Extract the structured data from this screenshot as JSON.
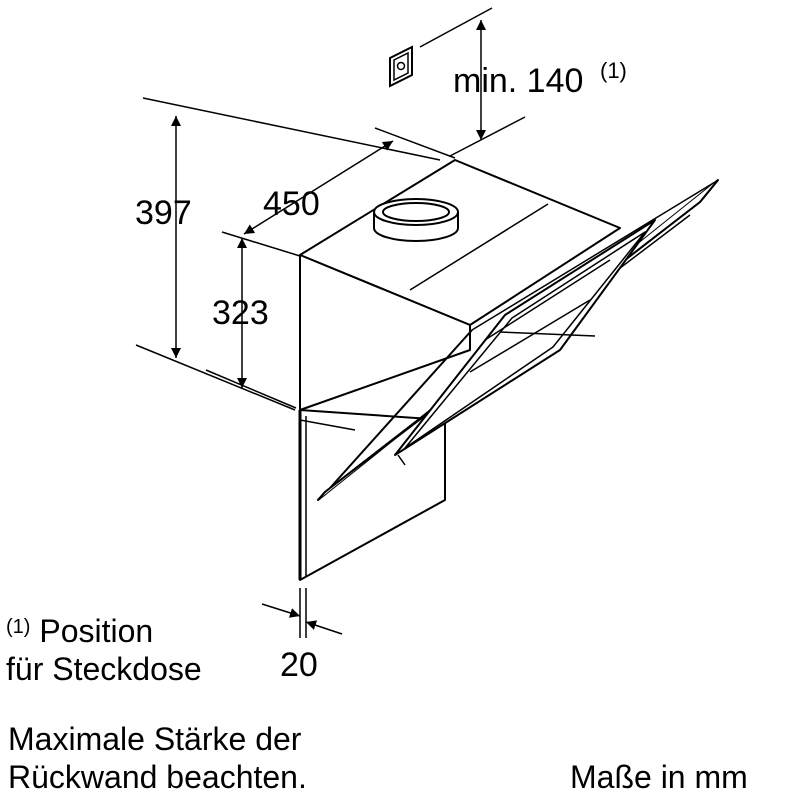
{
  "dimensions": {
    "height_total": "397",
    "height_body": "323",
    "depth": "450",
    "socket_min": "min. 140",
    "socket_min_footnote": "(1)",
    "wall_thickness": "20"
  },
  "footnote": {
    "marker": "(1)",
    "line1": "Position",
    "line2": "für Steckdose"
  },
  "notice": {
    "line1": "Maximale Stärke der",
    "line2": "Rückwand beachten."
  },
  "units_label": "Maße in mm",
  "colors": {
    "line": "#000000",
    "background": "#ffffff"
  }
}
